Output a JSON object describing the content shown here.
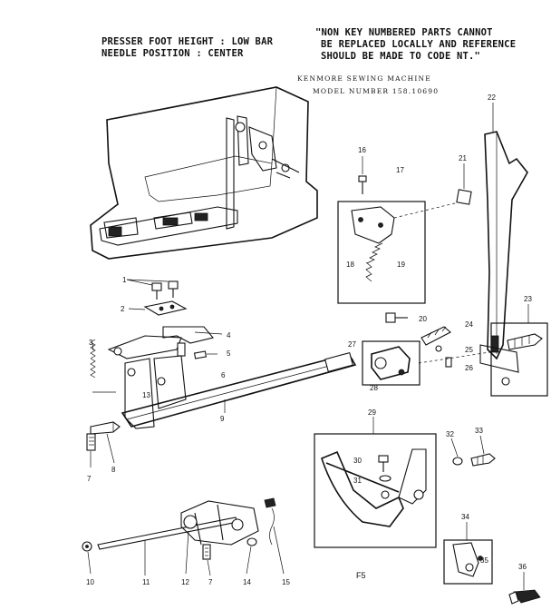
{
  "header": {
    "left_line1": "PRESSER FOOT HEIGHT : LOW BAR",
    "left_line2": "NEEDLE POSITION : CENTER",
    "right_line1": "\"NON KEY NUMBERED PARTS CANNOT",
    "right_line2": "BE REPLACED LOCALLY AND REFERENCE",
    "right_line3": "SHOULD BE MADE TO CODE NT.\"",
    "machine": "KENMORE SEWING MACHINE",
    "model": "MODEL NUMBER 158.10690"
  },
  "footer": {
    "code": "F5"
  },
  "callouts": {
    "p1": "1",
    "p2": "2",
    "p3": "3",
    "p4": "4",
    "p5": "5",
    "p6": "6",
    "p7a": "7",
    "p8": "8",
    "p9": "9",
    "p10": "10",
    "p11": "11",
    "p12": "12",
    "p7b": "7",
    "p13": "13",
    "p14": "14",
    "p15": "15",
    "p16": "16",
    "p17": "17",
    "p18": "18",
    "p19": "19",
    "p20": "20",
    "p21": "21",
    "p22": "22",
    "p23": "23",
    "p24": "24",
    "p25": "25",
    "p26": "26",
    "p27": "27",
    "p28": "28",
    "p29": "29",
    "p30": "30",
    "p31": "31",
    "p32": "32",
    "p33": "33",
    "p34": "34",
    "p35": "35",
    "p36": "36"
  }
}
